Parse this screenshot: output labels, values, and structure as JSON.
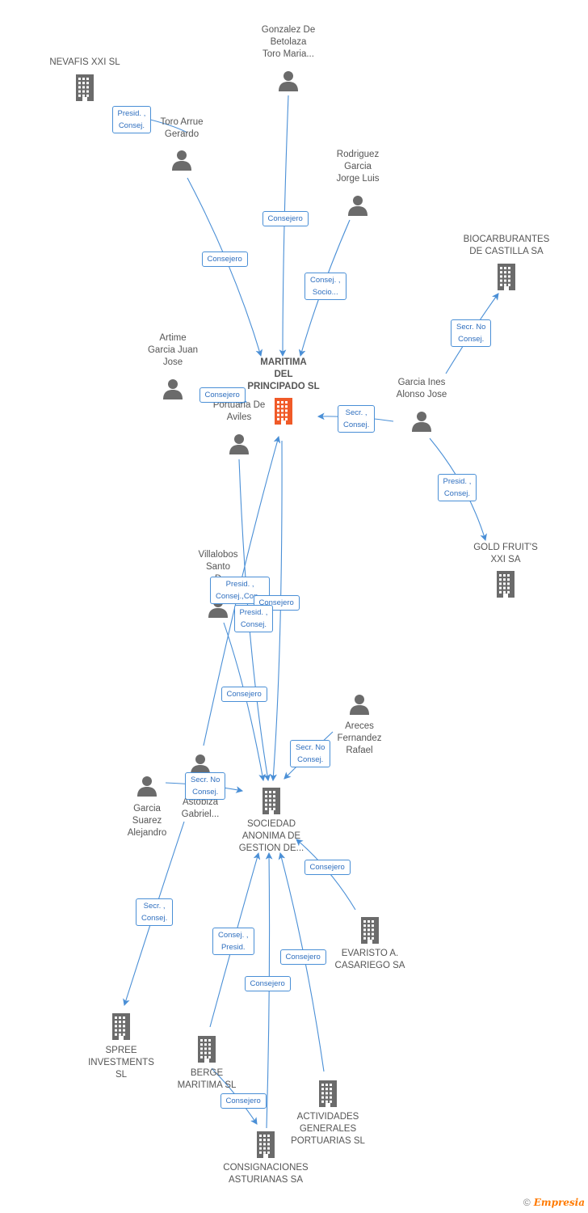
{
  "colors": {
    "edge": "#4a8fd6",
    "icon": "#6b6b6b",
    "center_icon": "#f05a28"
  },
  "nodes": {
    "nevafis": {
      "label": "NEVAFIS XXI SL",
      "type": "company-icon"
    },
    "gonzalez": {
      "label": "Gonzalez De\nBetolaza\nToro Maria...",
      "type": "person-icon"
    },
    "toro_arrue": {
      "label": "Toro Arrue\nGerardo",
      "type": "person-icon"
    },
    "rodriguez": {
      "label": "Rodriguez\nGarcia\nJorge Luis",
      "type": "person-icon"
    },
    "biocarburantes": {
      "label": "BIOCARBURANTES\nDE CASTILLA SA",
      "type": "company-icon"
    },
    "artime": {
      "label": "Artime\nGarcia Juan\nJose",
      "type": "person-icon"
    },
    "maritima": {
      "label": "MARITIMA\nDEL\nPRINCIPADO SL",
      "type": "company-icon",
      "center": true
    },
    "autoridad": {
      "label": "ad\nPortuaria De\nAviles",
      "type": "person-icon"
    },
    "garcia_ines": {
      "label": "Garcia Ines\nAlonso Jose",
      "type": "person-icon"
    },
    "gold_fruits": {
      "label": "GOLD FRUIT'S\nXXI SA",
      "type": "company-icon"
    },
    "villalobos": {
      "label": "Villalobos\nSanto\nD",
      "type": "person-icon"
    },
    "areces": {
      "label": "Areces\nFernandez\nRafael",
      "type": "person-icon"
    },
    "garcia_suarez": {
      "label": "Garcia\nSuarez\nAlejandro",
      "type": "person-icon"
    },
    "astobiza": {
      "label": "Astobiza\nGabriel...",
      "type": "person-icon"
    },
    "sociedad": {
      "label": "SOCIEDAD\nANONIMA DE\nGESTION DE...",
      "type": "company-icon"
    },
    "evaristo": {
      "label": "EVARISTO A.\nCASARIEGO SA",
      "type": "company-icon"
    },
    "spree": {
      "label": "SPREE\nINVESTMENTS\nSL",
      "type": "company-icon"
    },
    "berge": {
      "label": "BERGE\nMARITIMA SL",
      "type": "company-icon"
    },
    "actividades": {
      "label": "ACTIVIDADES\nGENERALES\nPORTUARIAS SL",
      "type": "company-icon"
    },
    "consignaciones": {
      "label": "CONSIGNACIONES\nASTURIANAS SA",
      "type": "company-icon"
    }
  },
  "edges": [
    {
      "from": "toro_arrue",
      "to": "nevafis",
      "label": "Presid. ,\nConsej."
    },
    {
      "from": "toro_arrue",
      "to": "maritima",
      "label": "Consejero"
    },
    {
      "from": "gonzalez",
      "to": "maritima",
      "label": "Consejero"
    },
    {
      "from": "rodriguez",
      "to": "maritima",
      "label": "Consej. ,\nSocio..."
    },
    {
      "from": "garcia_ines",
      "to": "biocarburantes",
      "label": "Secr.  No\nConsej."
    },
    {
      "from": "garcia_ines",
      "to": "maritima",
      "label": "Secr. ,\nConsej."
    },
    {
      "from": "garcia_ines",
      "to": "gold_fruits",
      "label": "Presid. ,\nConsej."
    },
    {
      "from": "artime",
      "to": "autoridad",
      "label": "Consejero"
    },
    {
      "from": "villalobos",
      "to": "maritima",
      "label": "Presid. ,\nConsej.,Con..."
    },
    {
      "from": "maritima",
      "to": "sociedad",
      "label": "Consejero"
    },
    {
      "from": "autoridad",
      "to": "sociedad",
      "label": "Presid. ,\nConsej."
    },
    {
      "from": "villalobos",
      "to": "sociedad",
      "label": "Consejero"
    },
    {
      "from": "areces",
      "to": "sociedad",
      "label": "Secr.  No\nConsej."
    },
    {
      "from": "garcia_suarez",
      "to": "sociedad",
      "label": "Secr.  No\nConsej."
    },
    {
      "from": "astobiza",
      "to": "spree",
      "label": "Secr. ,\nConsej."
    },
    {
      "from": "evaristo",
      "to": "sociedad",
      "label": "Consejero"
    },
    {
      "from": "berge",
      "to": "sociedad",
      "label": "Consej. ,\nPresid."
    },
    {
      "from": "consignaciones",
      "to": "sociedad",
      "label": "Consejero"
    },
    {
      "from": "actividades",
      "to": "sociedad",
      "label": "Consejero"
    },
    {
      "from": "berge",
      "to": "consignaciones",
      "label": "Consejero"
    }
  ],
  "footer": {
    "copyright": "©",
    "brand": "Empresia"
  }
}
